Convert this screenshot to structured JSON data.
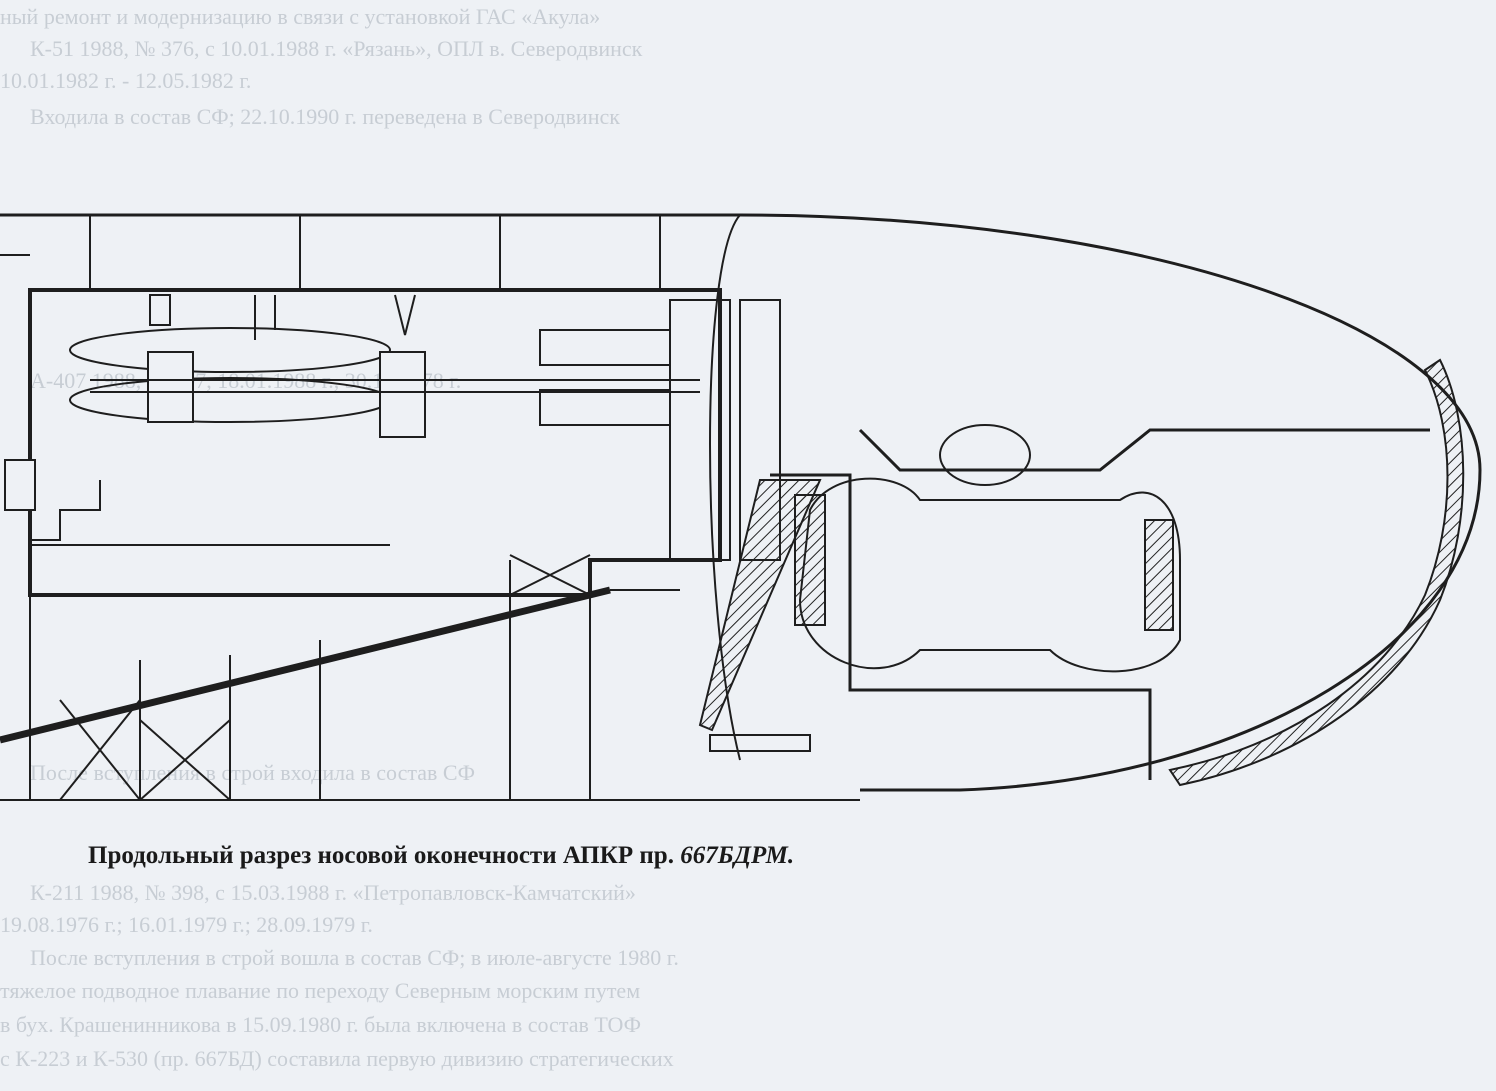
{
  "caption": {
    "text": "Продольный разрез носовой оконечности АПКР пр.",
    "project": "667БДРМ."
  },
  "bleed_through_lines": [
    "ный ремонт и модернизацию в связи с установкой ГАС «Акула»",
    "К-51 1988, № 376, с 10.01.1988 г. «Рязань», ОПЛ в. Северодвинск",
    "10.01.1982 г. - 12.05.1982 г.",
    "Входила в состав СФ; 22.10.1990 г. переведена в Северодвинск",
    "А-407 1988, № 397, 18.01.1988 г., 30.12.1978 г.",
    "После вступления в строй входила в состав СФ",
    "К-211 1988, № 398, с 15.03.1988 г. «Петропавловск-Камчатский»",
    "19.08.1976 г.; 16.01.1979 г.; 28.09.1979 г.",
    "После вступления в строй вошла в состав СФ; в июле-августе 1980 г.",
    "тяжелое подводное плавание по переходу Северным морским путем",
    "в бух. Крашенинникова в 15.09.1980 г. была включена в состав ТОФ",
    "с К-223 и К-530 (пр. 667БД) составила первую дивизию стратегических"
  ]
}
